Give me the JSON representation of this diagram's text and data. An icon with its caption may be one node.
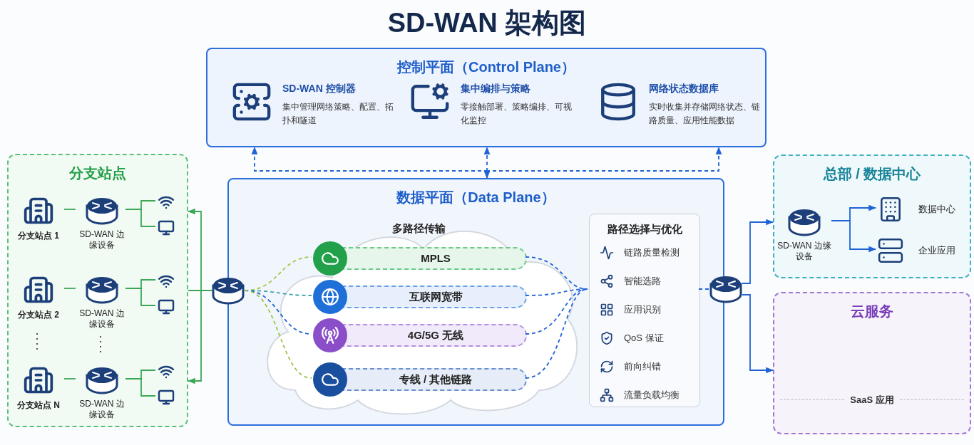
{
  "diagram": {
    "title": "SD-WAN 架构图",
    "nodes": [
      {
        "text": [
          "控制平面（Control Plane）"
        ]
      },
      {
        "text": [
          "SD-WAN 控制器",
          "集中管理网络策略、配置、拓扑和隧道"
        ],
        "in": 0
      },
      {
        "text": [
          "集中编排与策略",
          "零接触部署、策略编排、可视化监控"
        ],
        "in": 0
      },
      {
        "text": [
          "网络状态数据库",
          "实时收集并存储网络状态、链路质量、应用性能数据"
        ],
        "in": 0
      },
      {
        "text": [
          "分支站点"
        ]
      },
      {
        "text": [
          "分支站点 1"
        ],
        "in": 4
      },
      {
        "text": [
          "SD-WAN 边缘设备"
        ],
        "in": 4
      },
      {
        "text": [],
        "shape": "wifi",
        "in": 4
      },
      {
        "text": [],
        "shape": "monitor",
        "in": 4
      },
      {
        "text": [
          "分支站点 2"
        ],
        "in": 4
      },
      {
        "text": [
          "SD-WAN 边缘设备"
        ],
        "in": 4
      },
      {
        "text": [],
        "shape": "wifi",
        "in": 4
      },
      {
        "text": [],
        "shape": "monitor",
        "in": 4
      },
      {
        "text": [
          "分支站点 N"
        ],
        "in": 4
      },
      {
        "text": [
          "SD-WAN 边缘设备"
        ],
        "in": 4
      },
      {
        "text": [],
        "shape": "wifi",
        "in": 4
      },
      {
        "text": [],
        "shape": "monitor",
        "in": 4
      },
      {
        "text": [
          "数据平面（Data Plane）"
        ]
      },
      {
        "text": [],
        "shape": "router"
      },
      {
        "text": [
          "多路径传输"
        ],
        "in": 17
      },
      {
        "text": [
          "MPLS"
        ],
        "in": 19
      },
      {
        "text": [
          "互联网宽带"
        ],
        "in": 19
      },
      {
        "text": [
          "4G/5G 无线"
        ],
        "in": 19
      },
      {
        "text": [
          "专线 / 其他链路"
        ],
        "in": 19
      },
      {
        "text": [
          "路径选择与优化",
          "链路质量检测",
          "智能选路",
          "应用识别",
          "QoS 保证",
          "前向纠错",
          "流量负载均衡"
        ],
        "in": 17
      },
      {
        "text": [],
        "shape": "router"
      },
      {
        "text": [
          "总部 / 数据中心"
        ]
      },
      {
        "text": [
          "SD-WAN 边缘设备"
        ],
        "in": 26
      },
      {
        "text": [
          "数据中心"
        ],
        "in": 26
      },
      {
        "text": [
          "企业应用"
        ],
        "in": 26
      },
      {
        "text": [
          "云服务",
          "SaaS 应用"
        ]
      }
    ],
    "edges": [
      {
        "from": 17,
        "to": 0,
        "arrow": "both",
        "style": "dashed"
      },
      {
        "from": 17,
        "to": 0,
        "arrow": "to",
        "style": "dashed"
      },
      {
        "from": 17,
        "to": 0,
        "arrow": "to",
        "style": "dashed"
      },
      {
        "from": 5,
        "to": 6,
        "arrow": "none",
        "color": "#3aa856"
      },
      {
        "from": 6,
        "to": 7,
        "arrow": "none",
        "color": "#3aa856"
      },
      {
        "from": 6,
        "to": 8,
        "arrow": "none",
        "color": "#3aa856"
      },
      {
        "from": 9,
        "to": 10,
        "arrow": "none",
        "color": "#3aa856"
      },
      {
        "from": 10,
        "to": 11,
        "arrow": "none",
        "color": "#3aa856"
      },
      {
        "from": 10,
        "to": 12,
        "arrow": "none",
        "color": "#3aa856"
      },
      {
        "from": 13,
        "to": 14,
        "arrow": "none",
        "color": "#3aa856"
      },
      {
        "from": 14,
        "to": 15,
        "arrow": "none",
        "color": "#3aa856"
      },
      {
        "from": 14,
        "to": 16,
        "arrow": "none",
        "color": "#3aa856"
      },
      {
        "from": 18,
        "to": 4,
        "arrow": "to",
        "color": "#3aa856"
      },
      {
        "from": 18,
        "to": 4,
        "arrow": "none",
        "color": "#3aa856"
      },
      {
        "from": 18,
        "to": 4,
        "arrow": "to",
        "color": "#3aa856"
      },
      {
        "from": 18,
        "to": 20,
        "arrow": "none",
        "style": "dashed",
        "color": "#a3c94a"
      },
      {
        "from": 18,
        "to": 21,
        "arrow": "none",
        "style": "dashed",
        "color": "#3aa3a8"
      },
      {
        "from": 18,
        "to": 22,
        "arrow": "none",
        "style": "dashed"
      },
      {
        "from": 18,
        "to": 23,
        "arrow": "none",
        "style": "dashed",
        "color": "#9bc54a"
      },
      {
        "from": 20,
        "to": 24,
        "arrow": "none",
        "style": "dashed"
      },
      {
        "from": 21,
        "to": 24,
        "arrow": "none",
        "style": "dashed"
      },
      {
        "from": 22,
        "to": 24,
        "arrow": "none",
        "style": "dashed"
      },
      {
        "from": 23,
        "to": 24,
        "arrow": "none",
        "style": "dashed"
      },
      {
        "from": 24,
        "to": 25,
        "arrow": "none",
        "style": "dashed"
      },
      {
        "from": 25,
        "to": 26,
        "arrow": "to"
      },
      {
        "from": 25,
        "to": 30,
        "arrow": "to"
      },
      {
        "from": 27,
        "to": 28,
        "arrow": "to"
      },
      {
        "from": 27,
        "to": 29,
        "arrow": "to"
      }
    ]
  }
}
